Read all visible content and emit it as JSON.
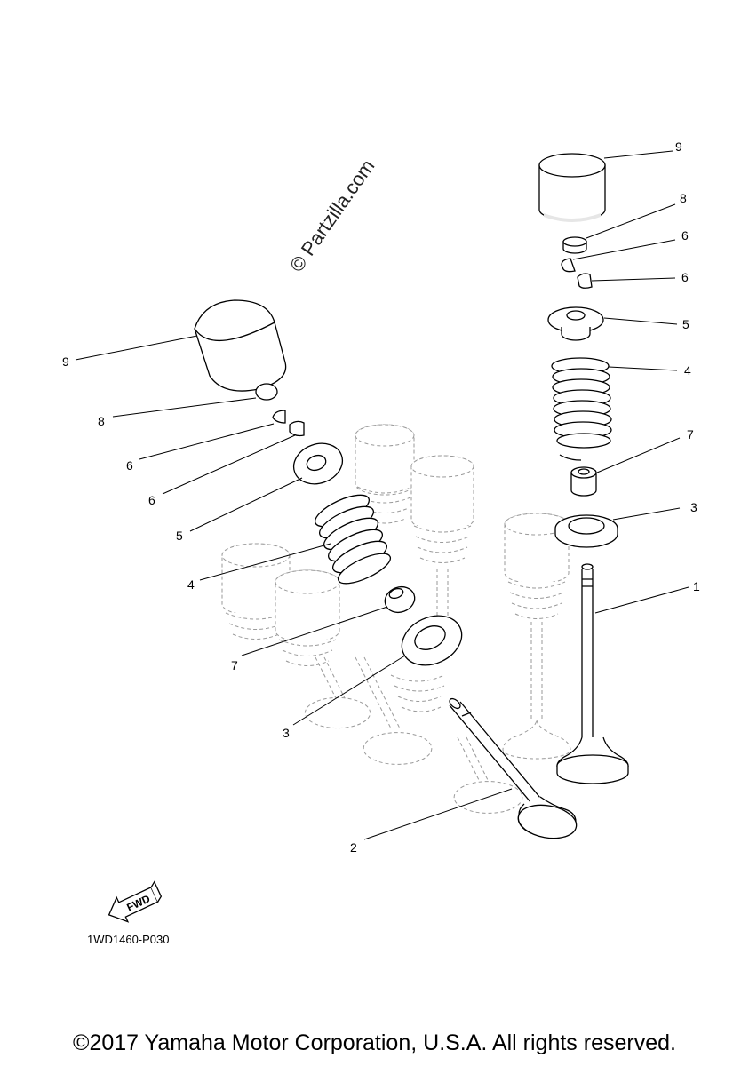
{
  "watermark": "© Partzilla.com",
  "diagram_code": "1WD1460-P030",
  "copyright": "©2017 Yamaha Motor Corporation, U.S.A. All rights reserved.",
  "fwd_label": "FWD",
  "callouts": {
    "c9r": "9",
    "c8r": "8",
    "c6r1": "6",
    "c6r2": "6",
    "c5r": "5",
    "c4r": "4",
    "c7r": "7",
    "c3r": "3",
    "c1": "1",
    "c9l": "9",
    "c8l": "8",
    "c6l1": "6",
    "c6l2": "6",
    "c5l": "5",
    "c4l": "4",
    "c7l": "7",
    "c3l": "3",
    "c2": "2"
  }
}
